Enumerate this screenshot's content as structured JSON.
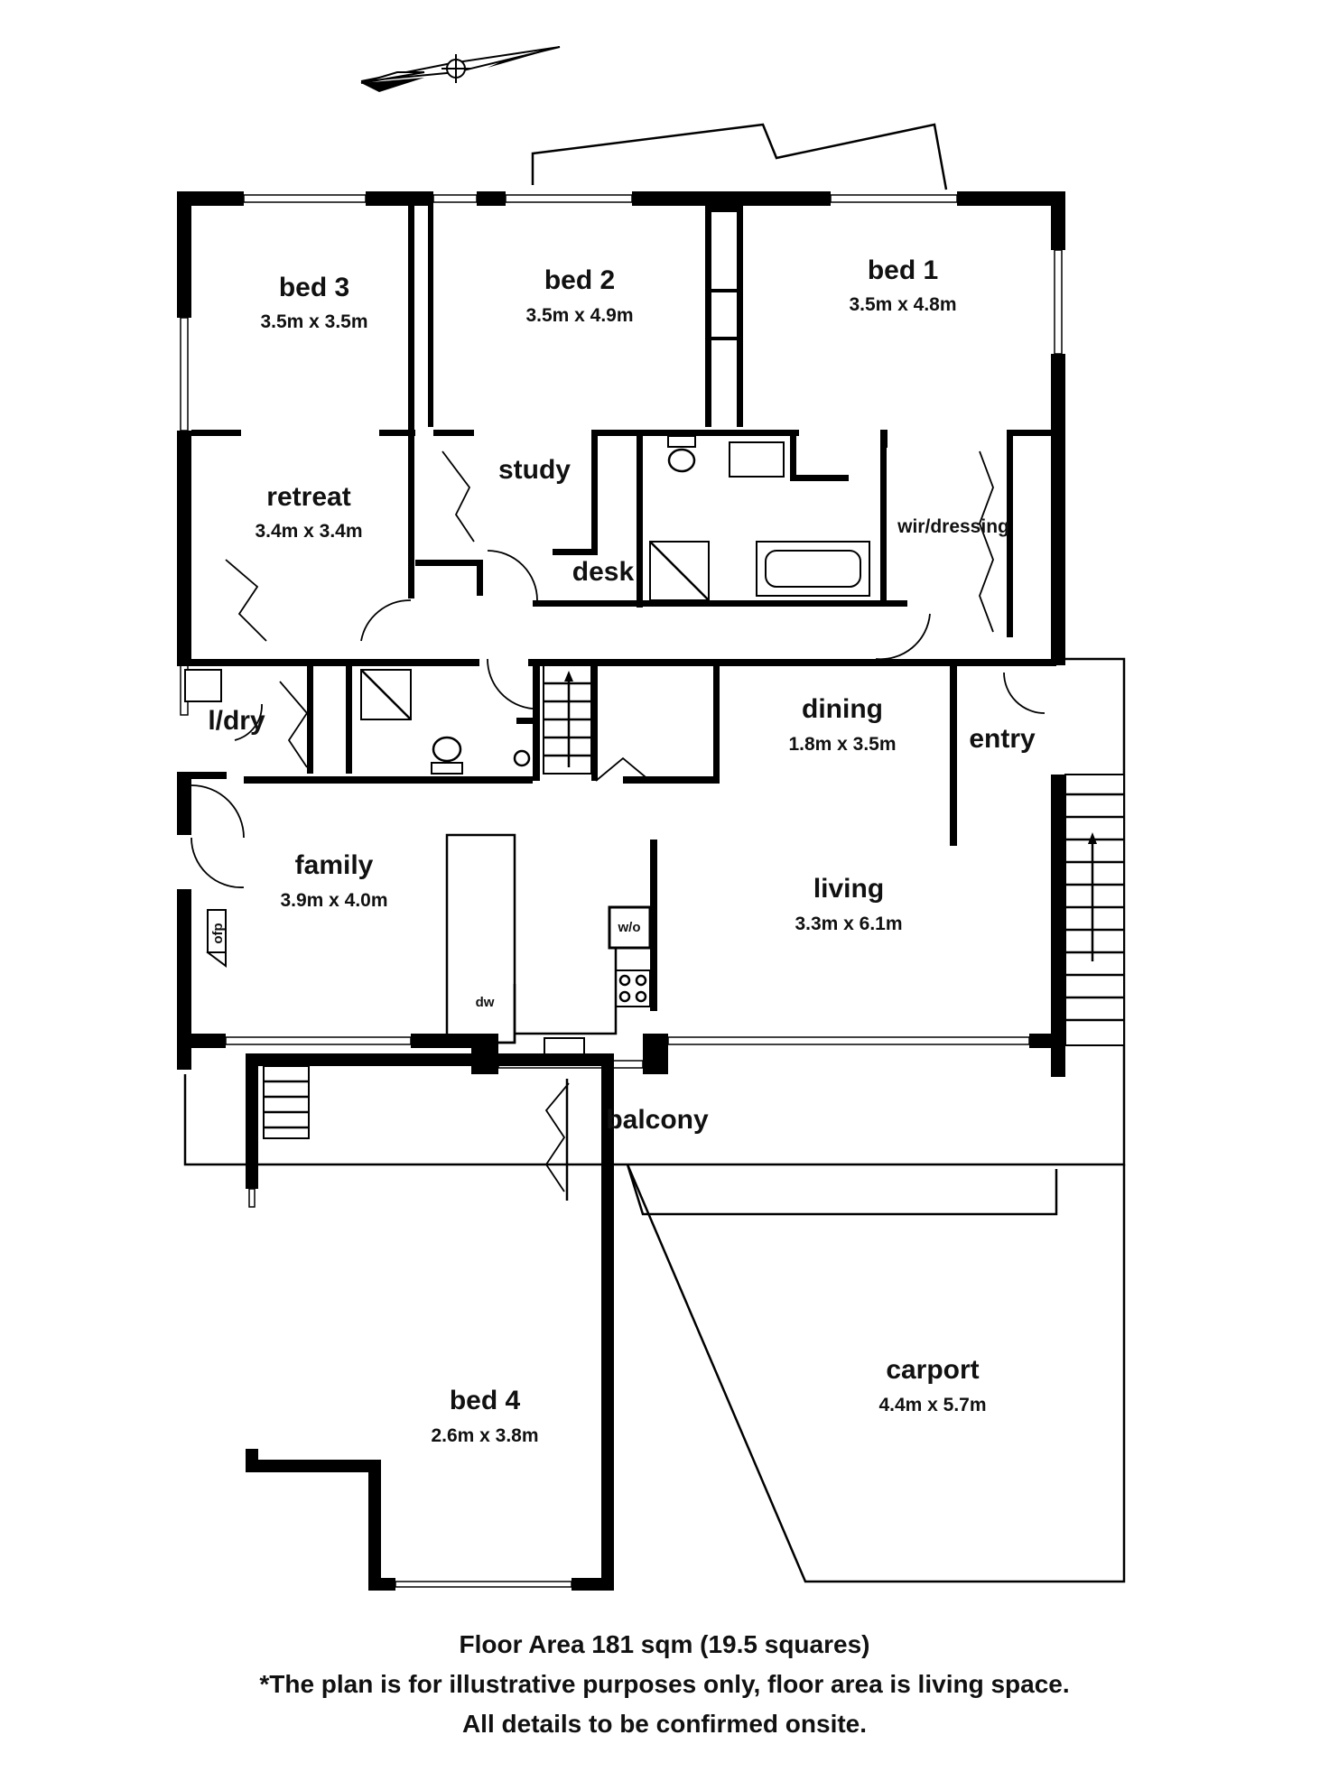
{
  "rooms": {
    "bed3": {
      "name": "bed 3",
      "dims": "3.5m x 3.5m"
    },
    "bed2": {
      "name": "bed 2",
      "dims": "3.5m x 4.9m"
    },
    "bed1": {
      "name": "bed 1",
      "dims": "3.5m x 4.8m"
    },
    "retreat": {
      "name": "retreat",
      "dims": "3.4m x 3.4m"
    },
    "study": {
      "name": "study"
    },
    "desk": {
      "name": "desk"
    },
    "wir": {
      "name": "wir/dressing"
    },
    "ldry": {
      "name": "l/dry"
    },
    "dining": {
      "name": "dining",
      "dims": "1.8m x 3.5m"
    },
    "entry": {
      "name": "entry"
    },
    "family": {
      "name": "family",
      "dims": "3.9m x 4.0m"
    },
    "living": {
      "name": "living",
      "dims": "3.3m x 6.1m"
    },
    "balcony": {
      "name": "balcony"
    },
    "carport": {
      "name": "carport",
      "dims": "4.4m x 5.7m"
    },
    "bed4": {
      "name": "bed 4",
      "dims": "2.6m x 3.8m"
    }
  },
  "fixtures": {
    "wo": "w/o",
    "dw": "dw",
    "ofp": "ofp"
  },
  "footer": {
    "line1": "Floor Area 181 sqm (19.5 squares)",
    "line2": "*The plan is for illustrative purposes only, floor area is living space.",
    "line3": "All details to be confirmed onsite."
  }
}
